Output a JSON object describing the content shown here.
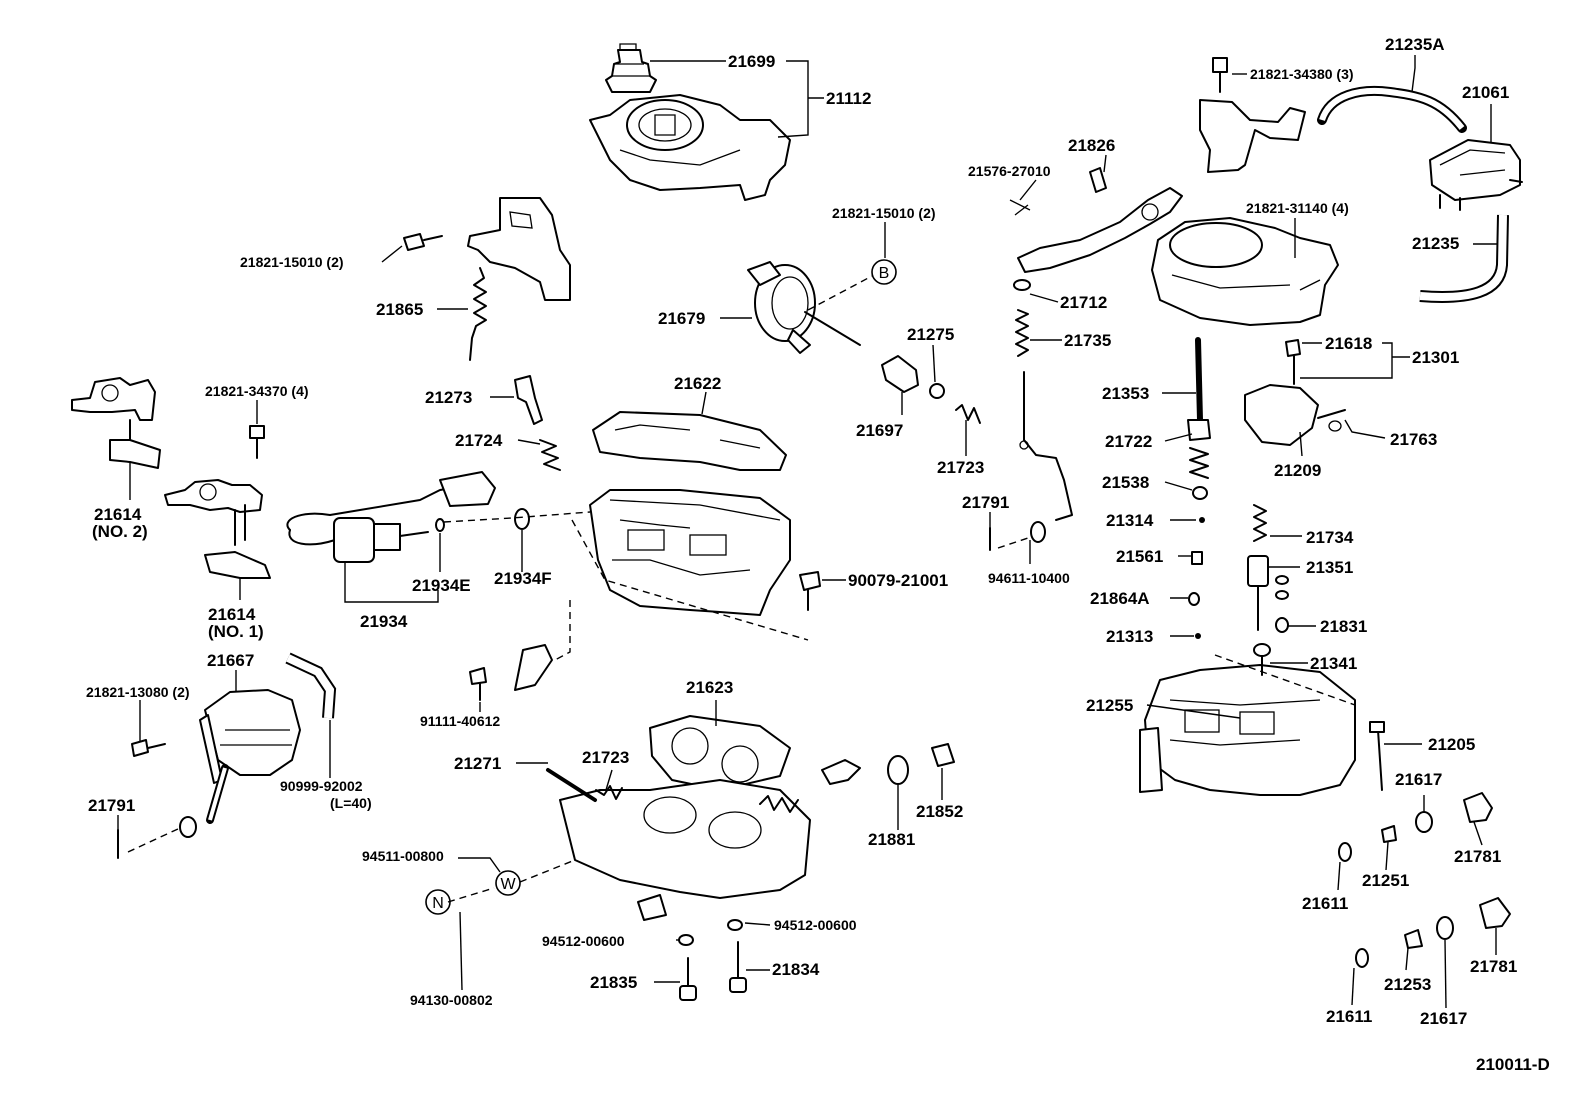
{
  "diagram_code": "210011-D",
  "markers": {
    "b": "B",
    "w": "W",
    "n": "N"
  },
  "labels": {
    "p21699": "21699",
    "p21112": "21112",
    "p21235a": "21235A",
    "p21061": "21061",
    "p21821_34380": "21821-34380 (3)",
    "p21826": "21826",
    "p21576_27010": "21576-27010",
    "p21821_31140": "21821-31140 (4)",
    "p21235": "21235",
    "p21821_15010_a": "21821-15010 (2)",
    "p21865": "21865",
    "p21821_15010_b": "21821-15010 (2)",
    "p21679": "21679",
    "p21712": "21712",
    "p21275": "21275",
    "p21735": "21735",
    "p21618": "21618",
    "p21301": "21301",
    "p21821_34370": "21821-34370 (4)",
    "p21273": "21273",
    "p21622": "21622",
    "p21697": "21697",
    "p21353": "21353",
    "p21724": "21724",
    "p21723_a": "21723",
    "p21722": "21722",
    "p21763": "21763",
    "p21209": "21209",
    "p21614_a": "21614",
    "p21614_a_no": "(NO. 2)",
    "p21538": "21538",
    "p21791_a": "21791",
    "p21314": "21314",
    "p21734": "21734",
    "p21561": "21561",
    "p21351": "21351",
    "p21934e": "21934E",
    "p21934f": "21934F",
    "p90079_21001": "90079-21001",
    "p94611_10400": "94611-10400",
    "p21864a": "21864A",
    "p21614_b": "21614",
    "p21614_b_no": "(NO. 1)",
    "p21934": "21934",
    "p21831": "21831",
    "p21313": "21313",
    "p21667": "21667",
    "p21341": "21341",
    "p21821_13080": "21821-13080 (2)",
    "p91111_40612": "91111-40612",
    "p21623": "21623",
    "p21255": "21255",
    "p21205": "21205",
    "p21271": "21271",
    "p21723_b": "21723",
    "p90999_92002": "90999-92002",
    "p90999_len": "(L=40)",
    "p21617_a": "21617",
    "p21852": "21852",
    "p21791_b": "21791",
    "p21881": "21881",
    "p21781_a": "21781",
    "p94511_00800": "94511-00800",
    "p21611_a": "21611",
    "p21251": "21251",
    "p94512_00600_a": "94512-00600",
    "p94512_00600_b": "94512-00600",
    "p21835": "21835",
    "p21834": "21834",
    "p21781_b": "21781",
    "p21253": "21253",
    "p94130_00802": "94130-00802",
    "p21611_b": "21611",
    "p21617_b": "21617"
  }
}
